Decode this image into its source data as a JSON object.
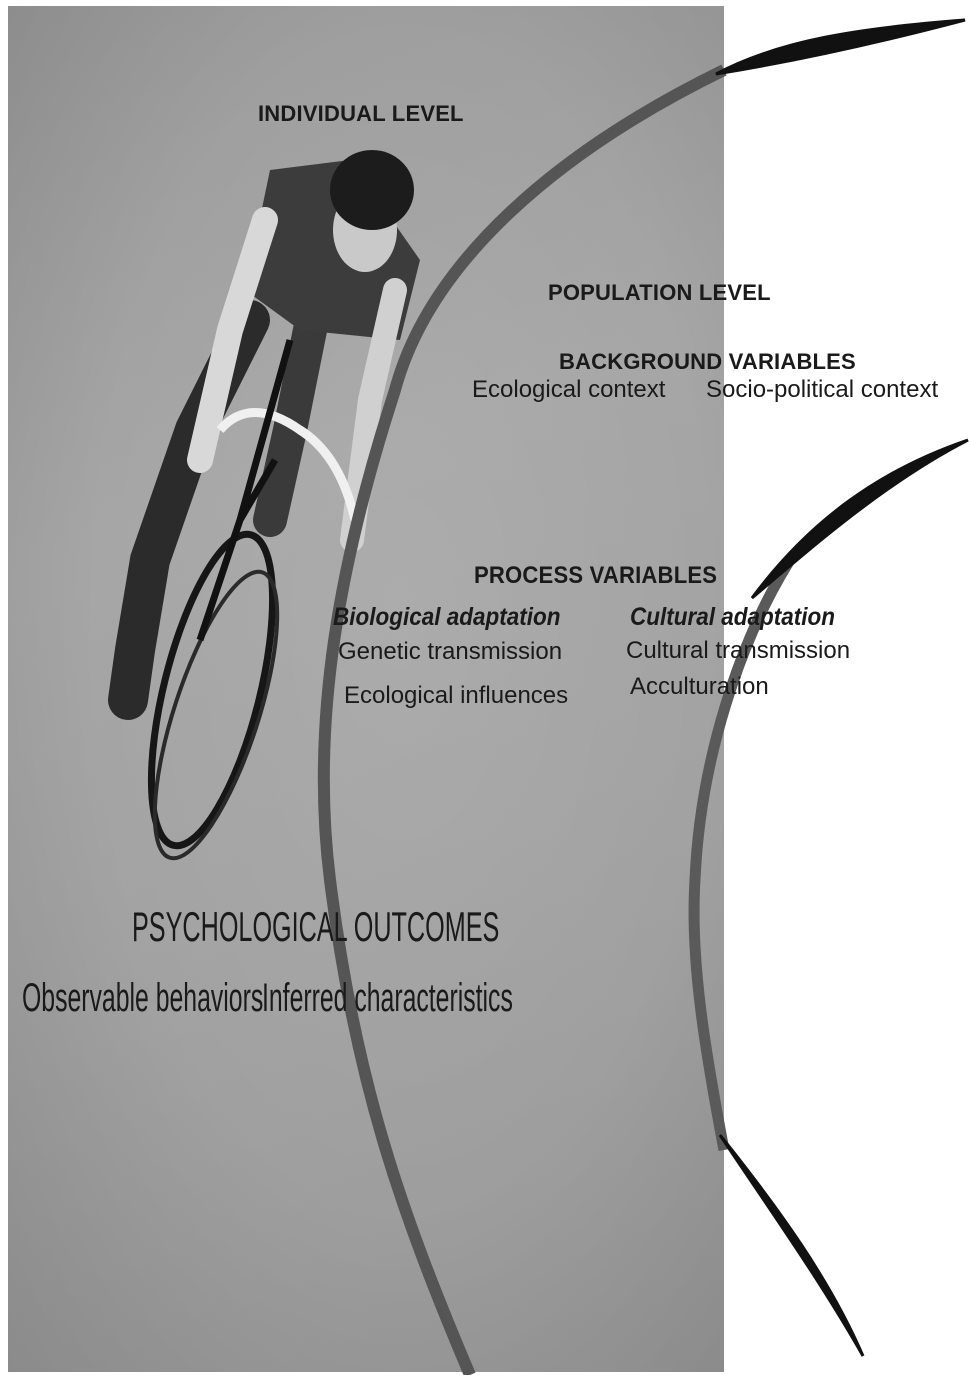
{
  "figure": {
    "individual_level": "INDIVIDUAL LEVEL",
    "population_level": "POPULATION LEVEL",
    "background": {
      "title": "BACKGROUND VARIABLES",
      "items": [
        "Ecological context",
        "Socio-political context"
      ]
    },
    "process": {
      "title": "PROCESS VARIABLES",
      "biological": {
        "title": "Biological adaptation",
        "items": [
          "Genetic transmission",
          "Ecological influences"
        ]
      },
      "cultural": {
        "title": "Cultural adaptation",
        "items": [
          "Cultural transmission",
          "Acculturation"
        ]
      }
    },
    "outcomes": {
      "title": "PSYCHOLOGICAL OUTCOMES",
      "items": [
        "Observable behaviors",
        "Inferred characteristics"
      ]
    }
  },
  "colors": {
    "photo_gray": "#a3a3a3",
    "curve_dark": "#555555",
    "stroke_black": "#111111",
    "text": "#1a1a1a"
  }
}
